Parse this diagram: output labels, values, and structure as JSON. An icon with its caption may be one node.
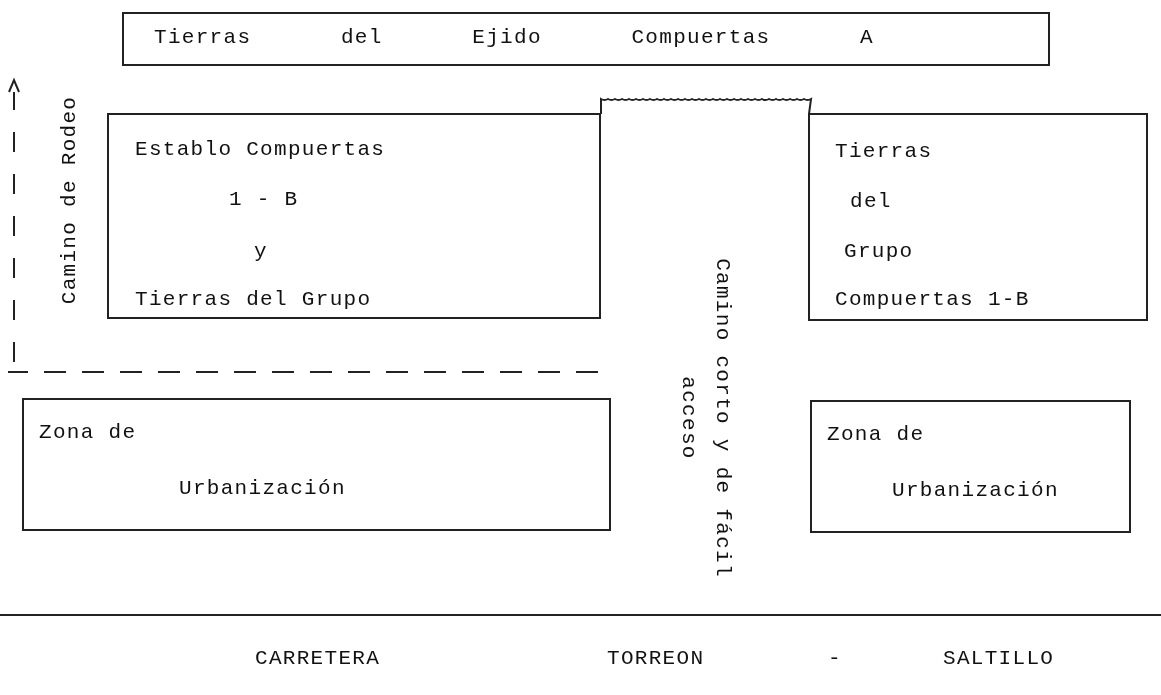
{
  "diagram": {
    "nodes": [
      {
        "text": [
          "Tierras del Ejido Compuertas A"
        ]
      },
      {
        "text": [
          "Establo Compuertas",
          "1 - B",
          "y",
          "Tierras del Grupo"
        ]
      },
      {
        "text": [
          "Camino corto y de fácil acceso"
        ]
      },
      {
        "text": [
          "Tierras",
          "del",
          "Grupo",
          "Compuertas 1-B"
        ]
      },
      {
        "text": [
          "Zona de",
          "Urbanización"
        ]
      },
      {
        "text": [
          "Zona de",
          "Urbanización"
        ]
      }
    ],
    "labels": [
      "Camino de Rodeo",
      "CARRETERA",
      "TORREON",
      "-",
      "SALTILLO"
    ]
  }
}
